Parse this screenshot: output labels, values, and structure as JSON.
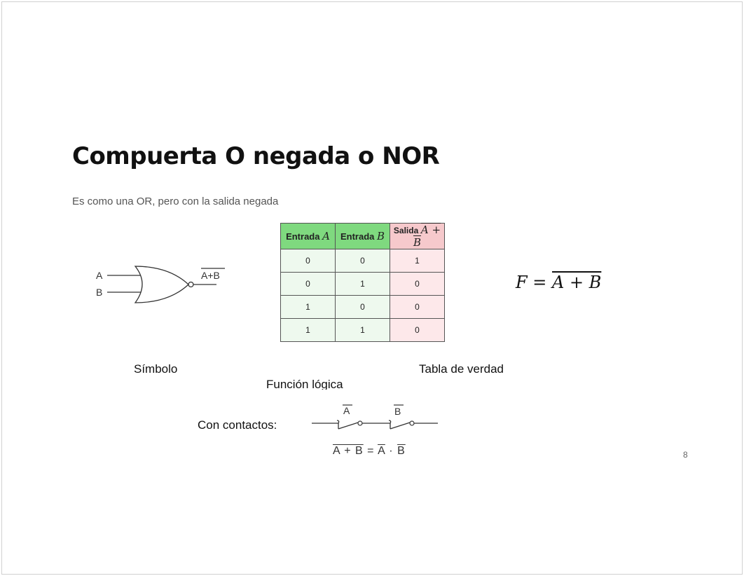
{
  "title": "Compuerta O negada o NOR",
  "subtitle": "Es como una OR, pero con la salida negada",
  "gate": {
    "input_a": "A",
    "input_b": "B",
    "output": "A+B"
  },
  "truth_table": {
    "headers": {
      "a_prefix": "Entrada",
      "a_var": "A",
      "b_prefix": "Entrada",
      "b_var": "B",
      "out_prefix": "Salida",
      "out_expr": "A + B"
    },
    "rows": [
      [
        "0",
        "0",
        "1"
      ],
      [
        "0",
        "1",
        "0"
      ],
      [
        "1",
        "0",
        "0"
      ],
      [
        "1",
        "1",
        "0"
      ]
    ]
  },
  "formula": {
    "lhs": "F",
    "eq": " = ",
    "rhs": "A + B"
  },
  "captions": {
    "symbol": "Símbolo",
    "truth": "Tabla de verdad",
    "logic": "Función lógica",
    "contacts": "Con contactos:"
  },
  "contacts": {
    "a_label": "A",
    "b_label": "B"
  },
  "contacts_eq": {
    "lhs": "A + B",
    "eq": " = ",
    "a": "A",
    "dot": " · ",
    "b": "B"
  },
  "page_number": "8"
}
